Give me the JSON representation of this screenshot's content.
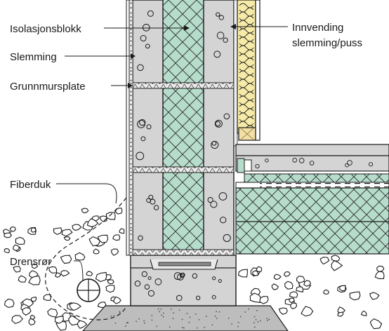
{
  "labels": {
    "isolation_block": "Isolasjonsblokk",
    "slurry": "Slemming",
    "foundation_board": "Grunnmursplate",
    "interior_slurry_line1": "Innvending",
    "interior_slurry_line2": "slemming/puss",
    "filter_fabric": "Fiberduk",
    "drain_pipe": "Drensrør"
  },
  "colors": {
    "concrete": "#d4d4d4",
    "insulation": "#b6dccb",
    "hatch": "#2a2a2a",
    "wall_insulation": "#f6eaa8",
    "timber": "#f1dfa6",
    "gravel_stone": "#ffffff",
    "outline": "#1a1a1a"
  }
}
